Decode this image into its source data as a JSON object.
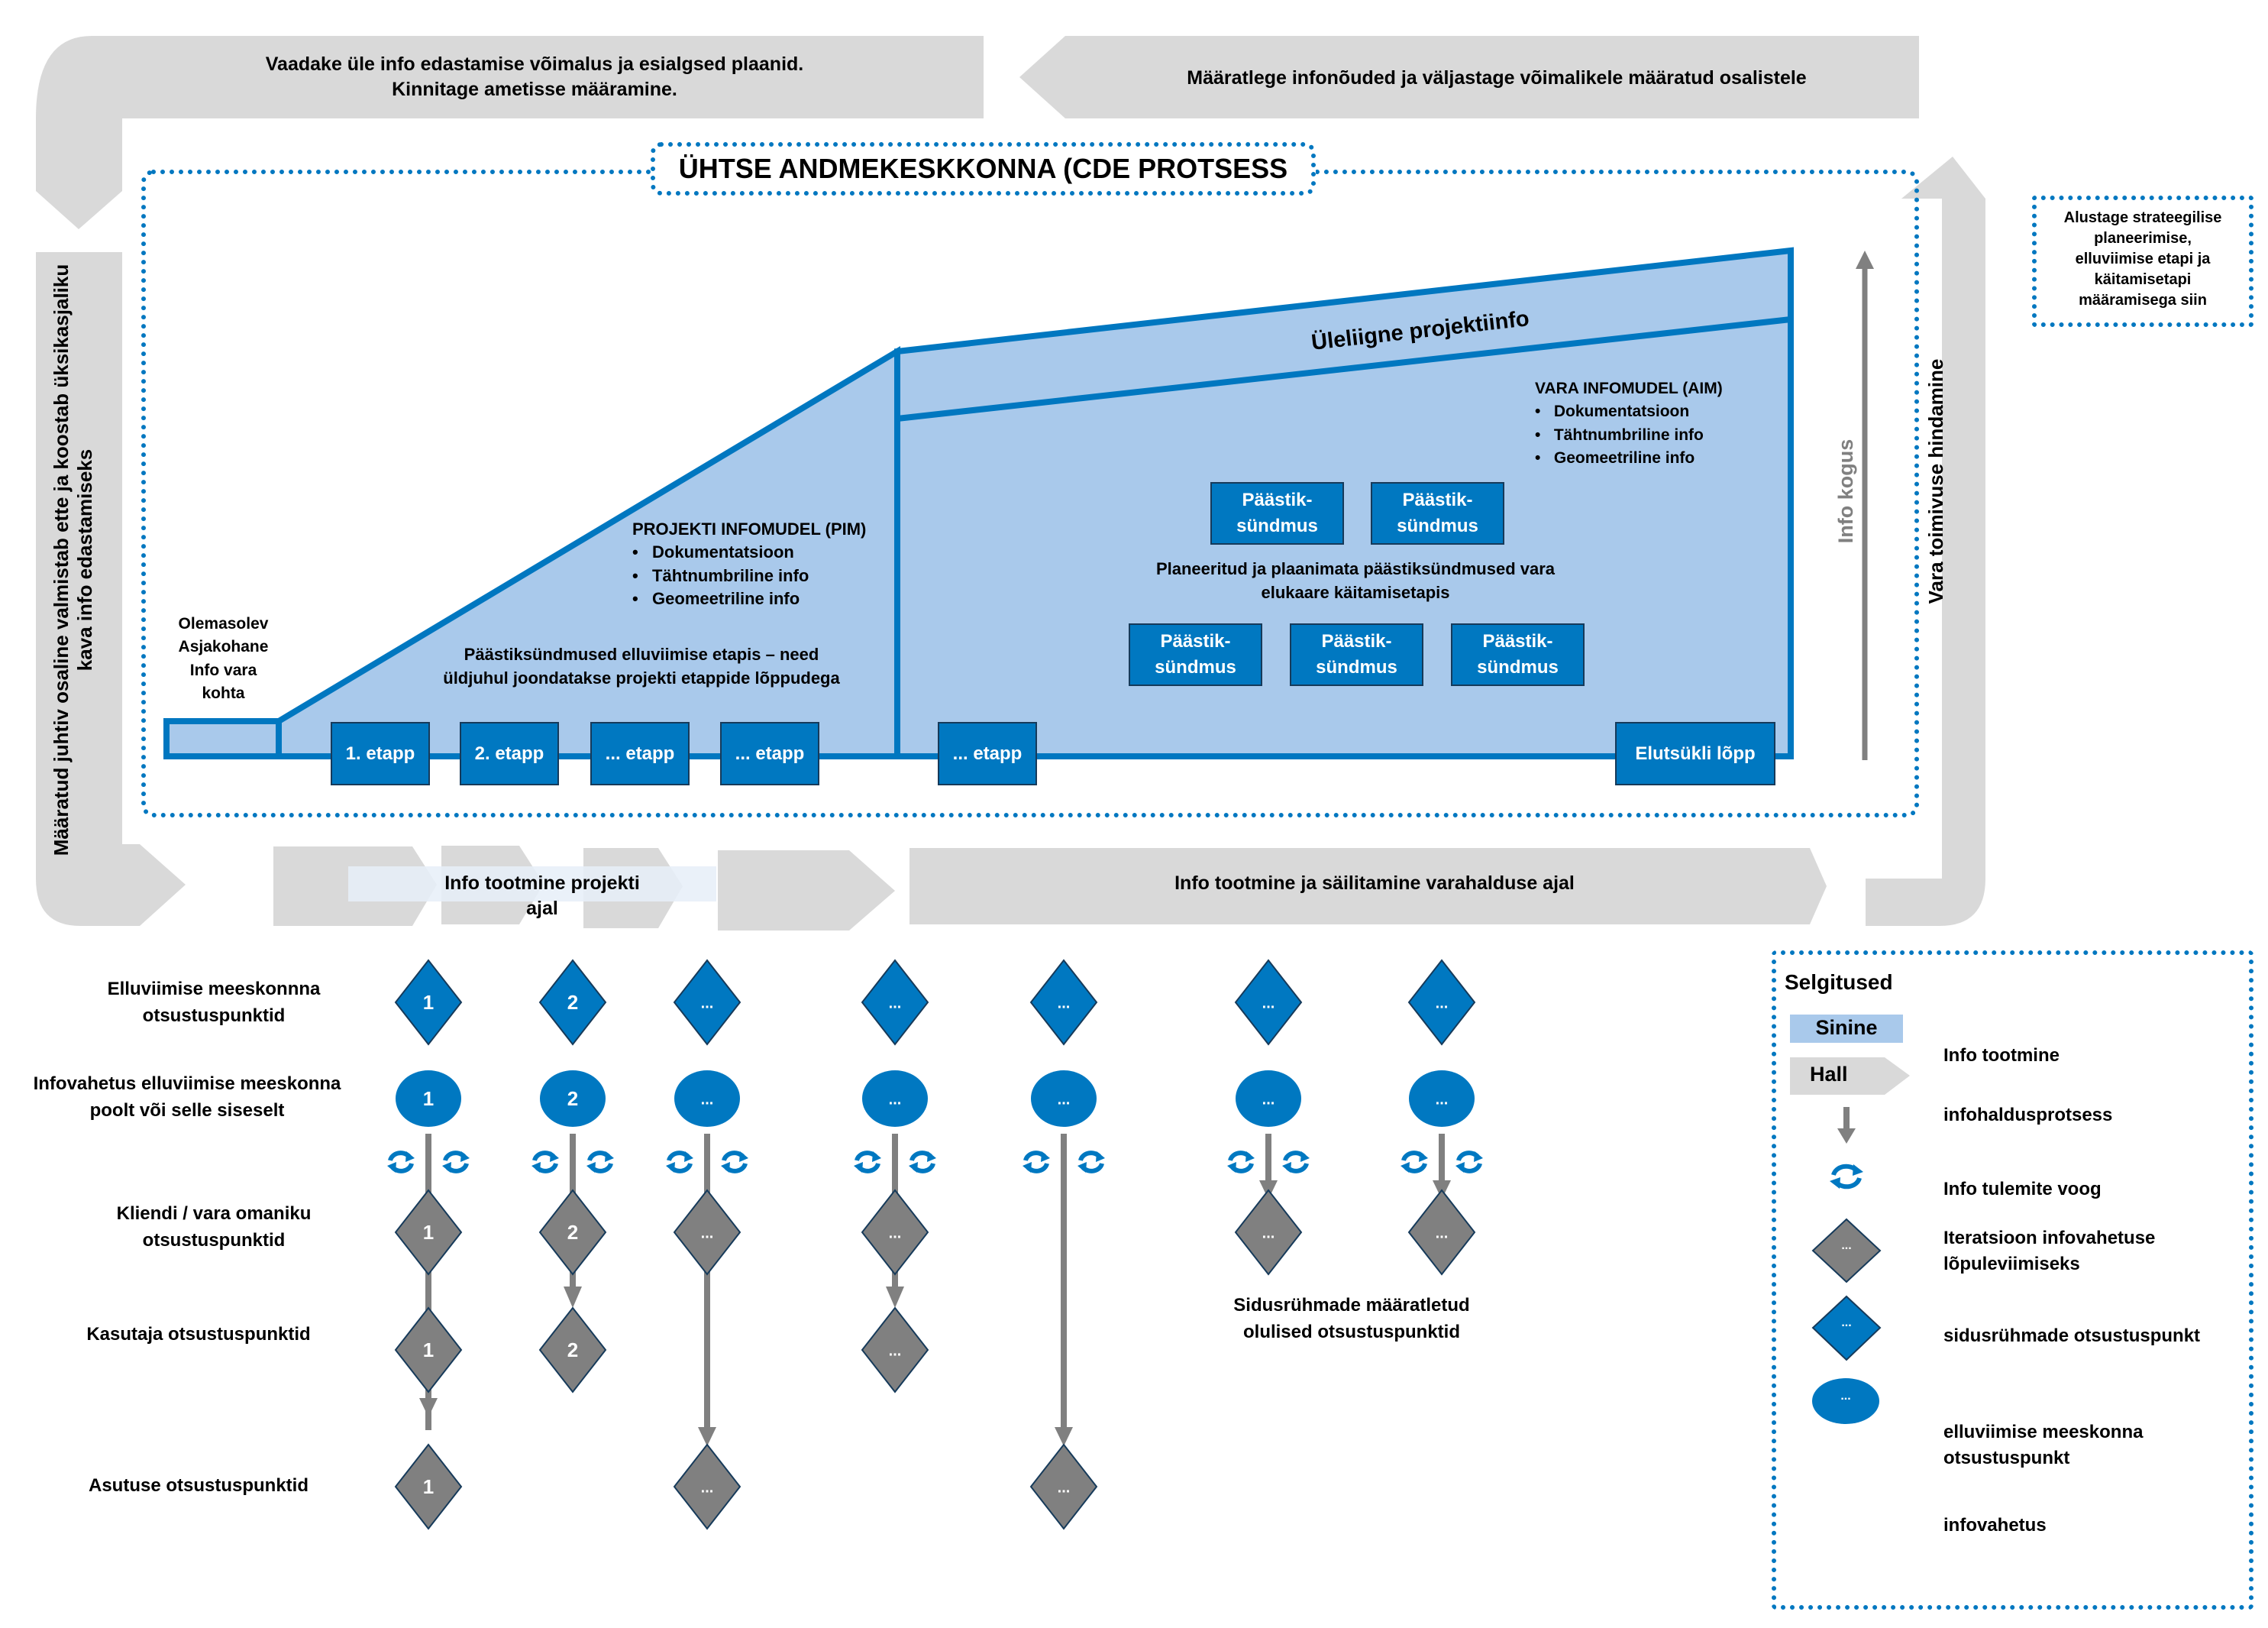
{
  "colors": {
    "info_blue": "#a9c9eb",
    "accent_blue": "#0078c1",
    "process_gray": "#d9d9d9",
    "flow_gray": "#808080",
    "dark_outline": "#163a5a"
  },
  "top": {
    "left_arrow_text": [
      "Vaadake üle info edastamise võimalus ja esialgsed plaanid.",
      "Kinnitage ametisse määramine."
    ],
    "right_arrow_text": "Määratlege infonõuded ja väljastage võimalikele määratud osalistele"
  },
  "left_bar_text": [
    "Määratud juhtiv osaline valmistab ette ja koostab üksikasjaliku",
    "kava info edastamiseks"
  ],
  "right_bar_text": "Vara toimivuse hindamine",
  "strategic_note": [
    "Alustage strateegilise",
    "planeerimise,",
    "elluviimise etapi ja",
    "käitamisetapi",
    "määramisega siin"
  ],
  "cde": {
    "title": "ÜHTSE ANDMEKESKKONNA (CDE PROTSESS",
    "existing_info": [
      "Olemasolev",
      "Asjakohane",
      "Info vara",
      "kohta"
    ],
    "pim": {
      "heading": "PROJEKTI INFOMUDEL (PIM)",
      "bullets": [
        "Dokumentatsioon",
        "Tähtnumbriline info",
        "Geomeetriline info"
      ]
    },
    "pim_triggers_text": [
      "Päästiksündmused elluviimise etapis – need",
      "üldjuhul joondatakse projekti etappide lõppudega"
    ],
    "surplus_info": "Üleliigne projektiinfo",
    "aim": {
      "heading": "VARA INFOMUDEL (AIM)",
      "bullets": [
        "Dokumentatsioon",
        "Tähtnumbriline info",
        "Geomeetriline info"
      ]
    },
    "aim_triggers_text": [
      "Planeeritud ja plaanimata päästiksündmused vara",
      "elukaare käitamisetapis"
    ],
    "trigger_label": [
      "Päästik-",
      "sündmus"
    ],
    "stages": [
      "1. etapp",
      "2. etapp",
      "... etapp",
      "... etapp",
      "... etapp"
    ],
    "end_of_life": "Elutsükli lõpp",
    "info_amount_axis": "Info kogus"
  },
  "process_arrows": {
    "project": "Info tootmine projekti ajal",
    "asset_management": "Info tootmine ja säilitamine varahalduse ajal"
  },
  "rows": {
    "delivery_team_decisions": [
      "Elluviimise meeskonnna",
      "otsustuspunktid"
    ],
    "info_exchange": [
      "Infovahetus elluviimise meeskonna",
      "poolt või selle siseselt"
    ],
    "client_decisions": [
      "Kliendi / vara omaniku",
      "otsustuspunktid"
    ],
    "user_decisions": "Kasutaja otsustuspunktid",
    "organisation_decisions": "Asutuse otsustuspunktid",
    "stakeholder_note": [
      "Sidusrühmade määratletud",
      "olulised otsustuspunktid"
    ]
  },
  "columns": [
    {
      "delivery": "1",
      "exchange": "1",
      "client": "1",
      "user": "1",
      "org": "1"
    },
    {
      "delivery": "2",
      "exchange": "2",
      "client": "2",
      "user": "2",
      "org": null
    },
    {
      "delivery": "...",
      "exchange": "...",
      "client": "...",
      "user": null,
      "org": "..."
    },
    {
      "delivery": "...",
      "exchange": "...",
      "client": "...",
      "user": "...",
      "org": null
    },
    {
      "delivery": "...",
      "exchange": "...",
      "client": null,
      "user": null,
      "org": "..."
    },
    {
      "delivery": "...",
      "exchange": "...",
      "client": "...",
      "user": null,
      "org": null
    },
    {
      "delivery": "...",
      "exchange": "...",
      "client": "...",
      "user": null,
      "org": null
    }
  ],
  "legend": {
    "title": "Selgitused",
    "items": [
      {
        "symbol": "Sinine",
        "icon": "blue-rect",
        "label": "Info tootmine"
      },
      {
        "symbol": "Hall",
        "icon": "gray-arrow",
        "label": "infohaldusprotsess"
      },
      {
        "symbol": "",
        "icon": "down-arrow",
        "label": "Info tulemite voog"
      },
      {
        "symbol": "",
        "icon": "refresh-icon",
        "label": "Iteratsioon infovahetuse lõpuleviimiseks"
      },
      {
        "symbol": "...",
        "icon": "gray-diamond",
        "label": "sidusrühmade otsustuspunkt"
      },
      {
        "symbol": "...",
        "icon": "blue-diamond",
        "label": "elluviimise meeskonna otsustuspunkt"
      },
      {
        "symbol": "...",
        "icon": "blue-ellipse",
        "label": "infovahetus"
      }
    ]
  }
}
